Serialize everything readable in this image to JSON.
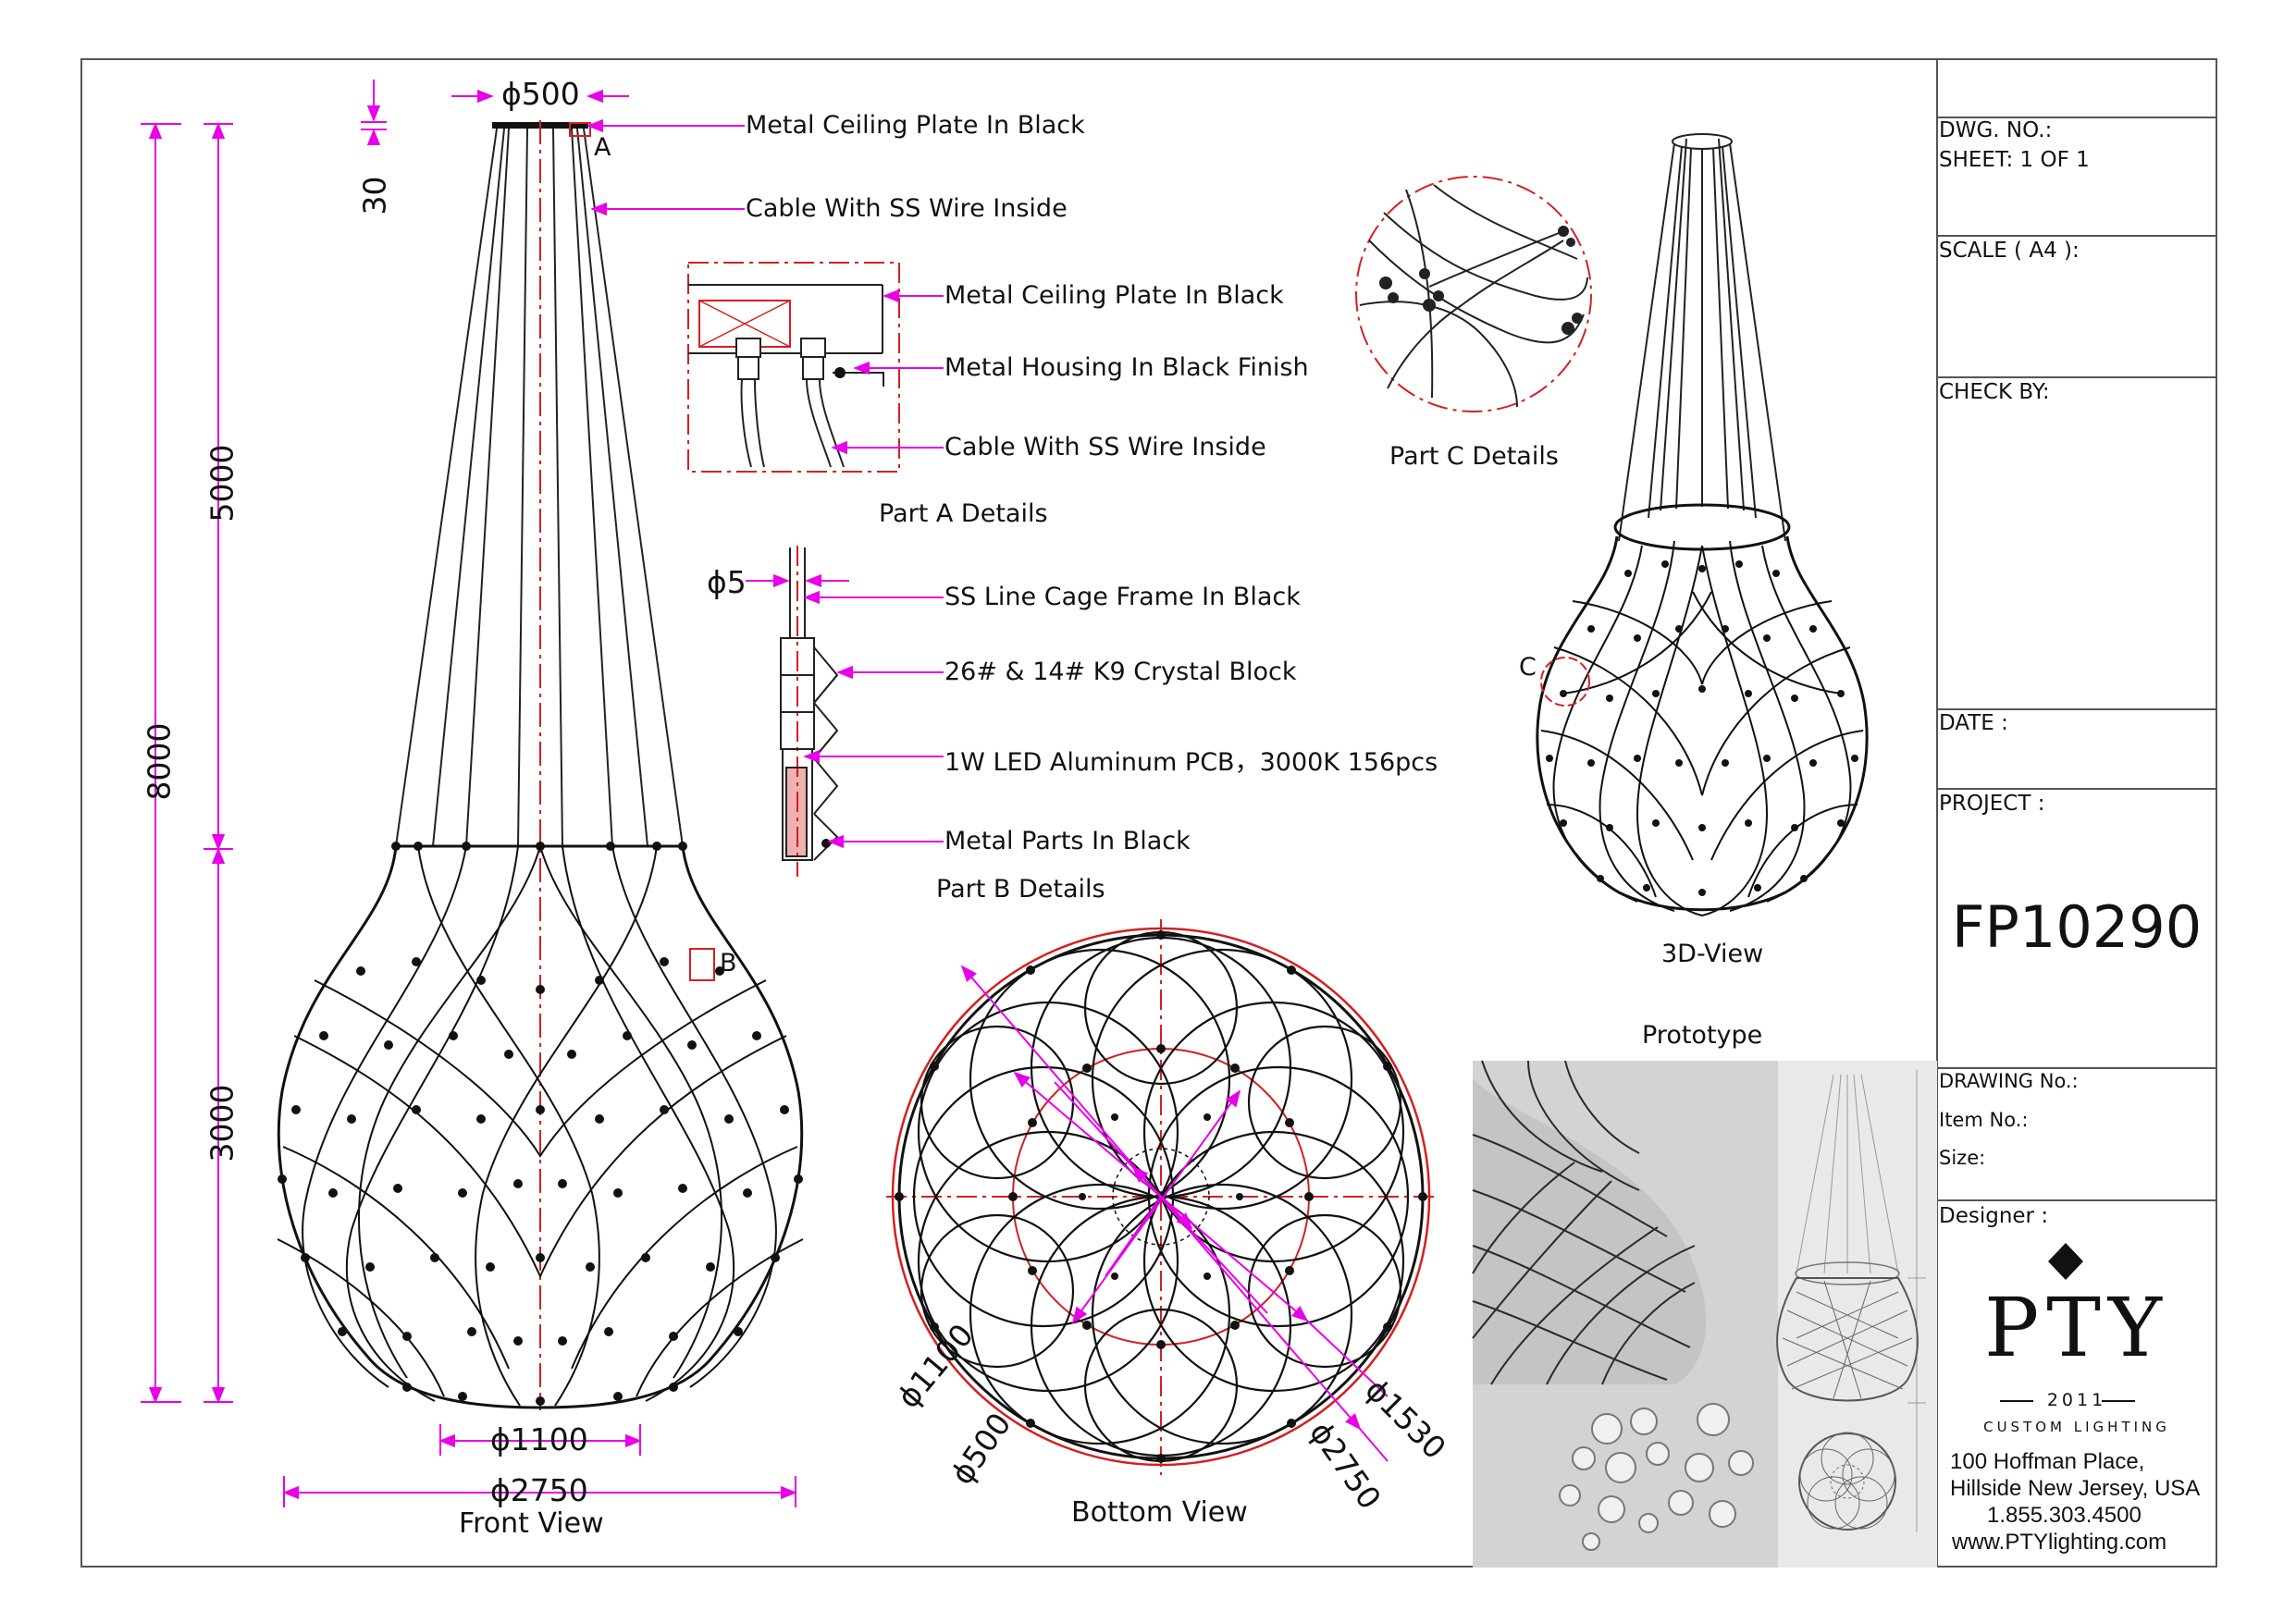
{
  "front_view": {
    "caption": "Front View",
    "dims": {
      "top_diameter": "ϕ500",
      "plate_thickness": "30",
      "total_height": "8000",
      "upper_height": "5000",
      "lower_height": "3000",
      "bottom_diameter": "ϕ1100",
      "max_diameter": "ϕ2750"
    },
    "markers": {
      "a": "A",
      "b": "B"
    },
    "callouts": [
      "Metal Ceiling Plate In Black",
      "Cable With SS Wire Inside"
    ]
  },
  "part_a": {
    "caption": "Part A Details",
    "callouts": [
      "Metal Ceiling Plate In Black",
      "Metal Housing In Black Finish",
      "Cable With SS Wire Inside"
    ]
  },
  "part_b": {
    "caption": "Part B Details",
    "dim": "ϕ5",
    "callouts": [
      "SS Line Cage Frame In Black",
      "26# & 14# K9 Crystal Block",
      "1W LED Aluminum PCB，3000K  156pcs",
      "Metal Parts In Black"
    ]
  },
  "part_c": {
    "caption": "Part C Details",
    "marker": "C"
  },
  "bottom_view": {
    "caption": "Bottom View",
    "dims": {
      "d1100": "ϕ1100",
      "d500": "ϕ500",
      "d1530": "ϕ1530",
      "d2750": "ϕ2750"
    }
  },
  "view_3d": {
    "caption": "3D-View"
  },
  "prototype": {
    "caption": "Prototype"
  },
  "title_block": {
    "dwg_no": "DWG. NO.:",
    "sheet": "SHEET: 1 OF 1",
    "scale": "SCALE ( A4 ):",
    "check_by": "CHECK BY:",
    "date": "DATE :",
    "project_label": "PROJECT :",
    "project_code": "FP10290",
    "drawing_no": "DRAWING No.:",
    "item_no": "Item No.:",
    "size": "Size:",
    "designer": "Designer :",
    "logo": {
      "name": "PTY",
      "year": "2011",
      "tagline": "CUSTOM LIGHTING"
    },
    "address_lines": [
      "100 Hoffman Place,",
      "Hillside New Jersey, USA",
      "1.855.303.4500",
      "www.PTYlighting.com"
    ]
  },
  "colors": {
    "dimension": "#e800e8",
    "centerline": "#d42020",
    "line": "#111111",
    "border": "#555555"
  }
}
